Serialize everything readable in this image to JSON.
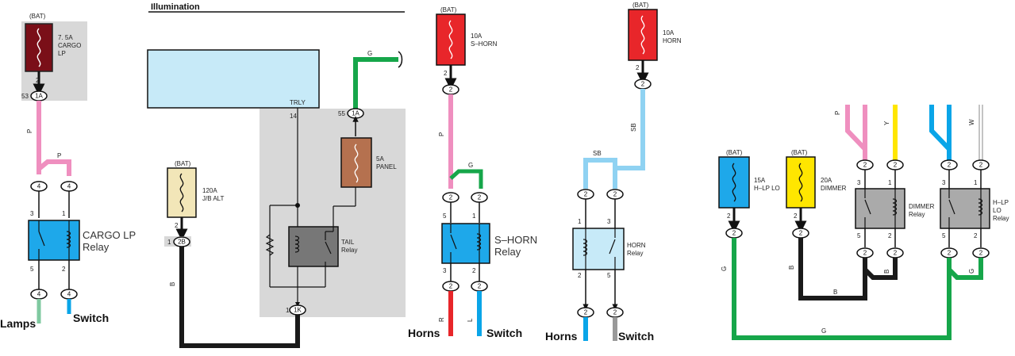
{
  "labels": {
    "bat": "(BAT)",
    "illumination": "Illumination",
    "fuse_cargo": [
      "7. 5A",
      "CARGO",
      "LP"
    ],
    "fuse_alt": [
      "120A",
      "J/B ALT"
    ],
    "fuse_panel": [
      "5A",
      "PANEL"
    ],
    "fuse_shorn": [
      "10A",
      "S–HORN"
    ],
    "fuse_horn": [
      "10A",
      "HORN"
    ],
    "fuse_hlplo": [
      "15A",
      "H–LP LO"
    ],
    "fuse_dimmer": [
      "20A",
      "DIMMER"
    ],
    "relay_cargo": [
      "CARGO LP",
      "Relay"
    ],
    "relay_tail": [
      "TAIL",
      "Relay"
    ],
    "relay_shorn": [
      "S–HORN",
      "Relay"
    ],
    "relay_horn": [
      "HORN",
      "Relay"
    ],
    "relay_dimmer": [
      "DIMMER",
      "Relay"
    ],
    "relay_hlplo": [
      "H–LP",
      "LO",
      "Relay"
    ],
    "trly": "TRLY",
    "lamps": "Lamps",
    "switch": "Switch",
    "horns": "Horns",
    "connectors": {
      "c1a": "1A",
      "c2b": "2B",
      "c1k": "1K",
      "p53": "53",
      "p55": "55",
      "p14": "14",
      "p1": "1",
      "p2": "2",
      "p3": "3",
      "p4": "4",
      "p5": "5"
    },
    "wires": {
      "p": "P",
      "g": "G",
      "b": "B",
      "r": "R",
      "l": "L",
      "sb": "SB",
      "y": "Y",
      "w": "W"
    }
  },
  "colors": {
    "pink": "#ef8fbf",
    "green": "#16a64a",
    "lightblue": "#8fd2f2",
    "blue": "#0aa5e8",
    "red": "#e8262a",
    "black": "#1a1a1a",
    "gray": "#999999",
    "yellow": "#ffe600",
    "lightgreen": "#7fc9a0"
  }
}
